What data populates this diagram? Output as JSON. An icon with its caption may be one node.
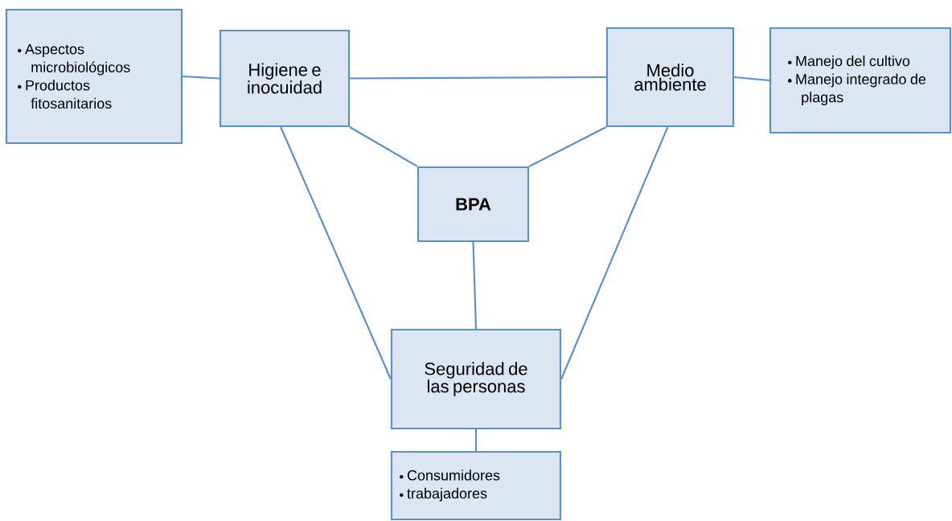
{
  "diagram": {
    "nodes": [
      {
        "text": [
          "Aspectos microbiológicos",
          "Productos fitosanitarios"
        ]
      },
      {
        "text": [
          "Higiene e inocuidad"
        ]
      },
      {
        "text": [
          "Medio ambiente"
        ]
      },
      {
        "text": [
          "Manejo del cultivo",
          "Manejo integrado de plagas"
        ]
      },
      {
        "text": [
          "**BPA**"
        ]
      },
      {
        "text": [
          "Seguridad de las personas"
        ]
      },
      {
        "text": [
          "Consumidores",
          "trabajadores"
        ]
      }
    ],
    "edges": [
      {
        "from": 0,
        "to": 1,
        "arrow": "none"
      },
      {
        "from": 1,
        "to": 2,
        "arrow": "none"
      },
      {
        "from": 2,
        "to": 3,
        "arrow": "none"
      },
      {
        "from": 1,
        "to": 4,
        "arrow": "none"
      },
      {
        "from": 2,
        "to": 4,
        "arrow": "none"
      },
      {
        "from": 4,
        "to": 5,
        "arrow": "none"
      },
      {
        "from": 1,
        "to": 5,
        "arrow": "none"
      },
      {
        "from": 2,
        "to": 5,
        "arrow": "none"
      },
      {
        "from": 5,
        "to": 6,
        "arrow": "none"
      }
    ]
  }
}
